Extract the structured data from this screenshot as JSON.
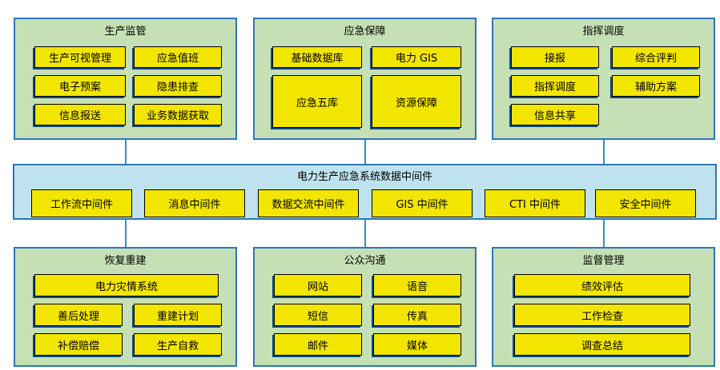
{
  "panels": {
    "production": {
      "title": "生产监管",
      "items": [
        "生产可视管理",
        "应急值班",
        "电子预案",
        "隐患排查",
        "信息报送",
        "业务数据获取"
      ]
    },
    "emergency": {
      "title": "应急保障",
      "items": [
        "基础数据库",
        "电力 GIS",
        "应急五库",
        "资源保障"
      ]
    },
    "command": {
      "title": "指挥调度",
      "items": [
        "接报",
        "综合评判",
        "指挥调度",
        "辅助方案",
        "信息共享"
      ]
    },
    "recovery": {
      "title": "恢复重建",
      "items": [
        "电力灾情系统",
        "善后处理",
        "重建计划",
        "补偿赔偿",
        "生产自救"
      ]
    },
    "public": {
      "title": "公众沟通",
      "items": [
        "网站",
        "语音",
        "短信",
        "传真",
        "邮件",
        "媒体"
      ]
    },
    "supervision": {
      "title": "监督管理",
      "items": [
        "绩效评估",
        "工作检查",
        "调查总结"
      ]
    }
  },
  "middleware": {
    "title": "电力生产应急系统数据中间件",
    "items": [
      "工作流中间件",
      "消息中间件",
      "数据交流中间件",
      "GIS 中间件",
      "CTI 中间件",
      "安全中间件"
    ]
  },
  "colors": {
    "panel": "#c5e0b4",
    "box": "#f2e600",
    "border": "#2e75b6",
    "middleware": "#bfe3ee"
  }
}
